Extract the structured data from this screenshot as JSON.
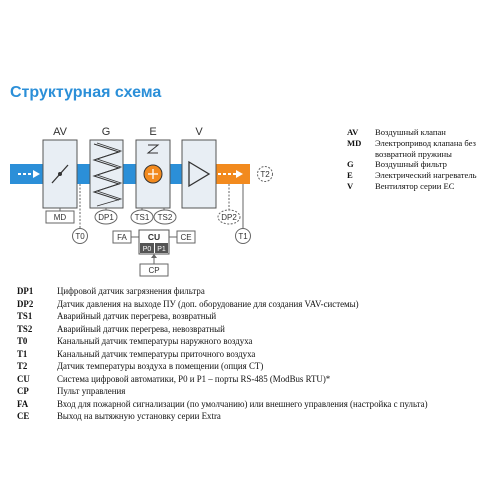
{
  "title": "Структурная схема",
  "blocks": {
    "av": "AV",
    "g": "G",
    "e": "E",
    "v": "V"
  },
  "boxes": {
    "md": "MD",
    "dp1": "DP1",
    "ts1": "TS1",
    "ts2": "TS2",
    "dp2": "DP2",
    "t0": "T0",
    "t1": "T1",
    "t2": "T2",
    "fa": "FA",
    "ce": "CE",
    "cu": "CU",
    "p0": "P0",
    "p1": "P1",
    "cp": "CP"
  },
  "legend_top": [
    {
      "key": "AV",
      "text": "Воздушный клапан"
    },
    {
      "key": "MD",
      "text": "Электропривод клапана без возвратной пружины"
    },
    {
      "key": "G",
      "text": "Воздушный фильтр"
    },
    {
      "key": "E",
      "text": "Электрический нагреватель"
    },
    {
      "key": "V",
      "text": "Вентилятор серии ЕС"
    }
  ],
  "legend_bottom": [
    {
      "key": "DP1",
      "text": "Цифровой датчик загрязнения фильтра"
    },
    {
      "key": "DP2",
      "text": "Датчик давления на выходе ПУ (доп. оборудование для создания VAV-системы)"
    },
    {
      "key": "TS1",
      "text": "Аварийный датчик перегрева, возвратный"
    },
    {
      "key": "TS2",
      "text": "Аварийный датчик перегрева, невозвратный"
    },
    {
      "key": "T0",
      "text": "Канальный датчик температуры наружного воздуха"
    },
    {
      "key": "T1",
      "text": "Канальный датчик температуры приточного воздуха"
    },
    {
      "key": "T2",
      "text": "Датчик температуры воздуха в помещении (опция CT)"
    },
    {
      "key": "CU",
      "text": "Система цифровой автоматики, P0 и P1 – порты RS-485 (ModBus RTU)*"
    },
    {
      "key": "CP",
      "text": "Пульт управления"
    },
    {
      "key": "FA",
      "text": "Вход для пожарной сигнализации (по умолчанию) или внешнего управления (настройка с пульта)"
    },
    {
      "key": "CE",
      "text": "Выход на вытяжную установку серии Extra"
    }
  ]
}
